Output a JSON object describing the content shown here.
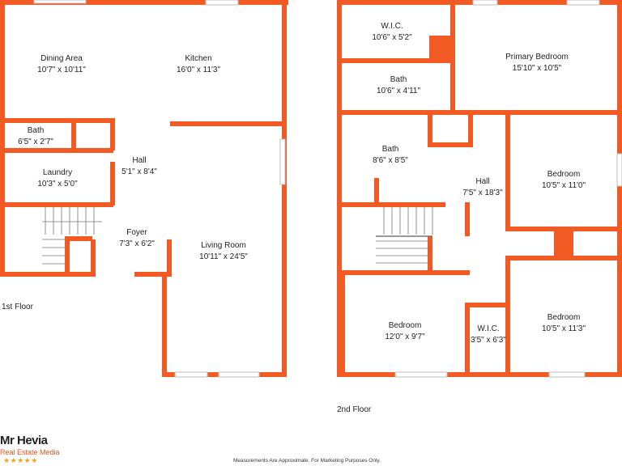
{
  "colors": {
    "wall": "#f15a22",
    "window": "#bdbdbd",
    "stairs": "#777777"
  },
  "floors": [
    {
      "label": "1st Floor"
    },
    {
      "label": "2nd Floor"
    }
  ],
  "rooms": [
    {
      "id": "dining",
      "name": "Dining Area",
      "dims": "10'7\" x 10'11\""
    },
    {
      "id": "kitchen",
      "name": "Kitchen",
      "dims": "16'0\" x 11'3\""
    },
    {
      "id": "bath1",
      "name": "Bath",
      "dims": "6'5\" x 2'7\""
    },
    {
      "id": "laundry",
      "name": "Laundry",
      "dims": "10'3\" x 5'0\""
    },
    {
      "id": "hall1",
      "name": "Hall",
      "dims": "5'1\" x 8'4\""
    },
    {
      "id": "foyer",
      "name": "Foyer",
      "dims": "7'3\" x 6'2\""
    },
    {
      "id": "living",
      "name": "Living Room",
      "dims": "10'11\" x 24'5\""
    },
    {
      "id": "wic1",
      "name": "W.I.C.",
      "dims": "10'6\" x 5'2\""
    },
    {
      "id": "bath2",
      "name": "Bath",
      "dims": "10'6\" x 4'11\""
    },
    {
      "id": "primary",
      "name": "Primary Bedroom",
      "dims": "15'10\" x 10'5\""
    },
    {
      "id": "bath3",
      "name": "Bath",
      "dims": "8'6\" x 8'5\""
    },
    {
      "id": "hall2",
      "name": "Hall",
      "dims": "7'5\" x 18'3\""
    },
    {
      "id": "bed2",
      "name": "Bedroom",
      "dims": "10'5\" x 11'0\""
    },
    {
      "id": "bed3",
      "name": "Bedroom",
      "dims": "12'0\" x 9'7\""
    },
    {
      "id": "wic2",
      "name": "W.I.C.",
      "dims": "3'5\" x 6'3\""
    },
    {
      "id": "bed4",
      "name": "Bedroom",
      "dims": "10'5\" x 11'3\""
    }
  ],
  "logo": {
    "brand_line1": "Mr Hevia",
    "brand_line2": "Real Estate Media",
    "stars": "★★★★★"
  },
  "disclaimer": "Measurements Are Approximate. For Marketing Purposes Only."
}
